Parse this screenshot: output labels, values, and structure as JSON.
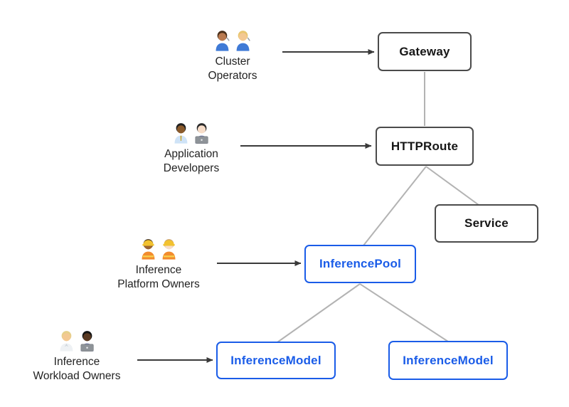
{
  "diagram": {
    "personas": [
      {
        "name": "Cluster Operators",
        "line1": "Cluster",
        "line2": "Operators",
        "icon": "man-mechanic-woman-mechanic-emoji"
      },
      {
        "name": "Application Developers",
        "line1": "Application",
        "line2": "Developers",
        "icon": "man-office-worker-woman-technologist-emoji"
      },
      {
        "name": "Inference Platform Owners",
        "line1": "Inference",
        "line2": "Platform Owners",
        "icon": "woman-construction-worker-man-construction-worker-emoji"
      },
      {
        "name": "Inference Workload Owners",
        "line1": "Inference",
        "line2": "Workload Owners",
        "icon": "health-worker-man-technologist-emoji"
      }
    ],
    "nodes": [
      {
        "id": "gateway",
        "label": "Gateway",
        "style": "dark"
      },
      {
        "id": "httproute",
        "label": "HTTPRoute",
        "style": "dark"
      },
      {
        "id": "service",
        "label": "Service",
        "style": "dark"
      },
      {
        "id": "inferencepool",
        "label": "InferencePool",
        "style": "blue"
      },
      {
        "id": "inferencemodel-1",
        "label": "InferenceModel",
        "style": "blue"
      },
      {
        "id": "inferencemodel-2",
        "label": "InferenceModel",
        "style": "blue"
      }
    ],
    "edges": [
      {
        "from": "Gateway",
        "to": "HTTPRoute"
      },
      {
        "from": "HTTPRoute",
        "to": "InferencePool"
      },
      {
        "from": "HTTPRoute",
        "to": "Service"
      },
      {
        "from": "InferencePool",
        "to": "InferenceModel (left)"
      },
      {
        "from": "InferencePool",
        "to": "InferenceModel (right)"
      }
    ],
    "actor_arrows": [
      {
        "from": "Cluster Operators",
        "to": "Gateway"
      },
      {
        "from": "Application Developers",
        "to": "HTTPRoute"
      },
      {
        "from": "Inference Platform Owners",
        "to": "InferencePool"
      },
      {
        "from": "Inference Workload Owners",
        "to": "InferenceModel (left)"
      }
    ],
    "colors": {
      "node_border": "#4b4b4b",
      "node_text": "#161616",
      "accent_blue": "#1a5ce8",
      "connector_gray": "#b3b3b3",
      "arrow_dark": "#3a3a3a",
      "background": "#ffffff"
    }
  }
}
